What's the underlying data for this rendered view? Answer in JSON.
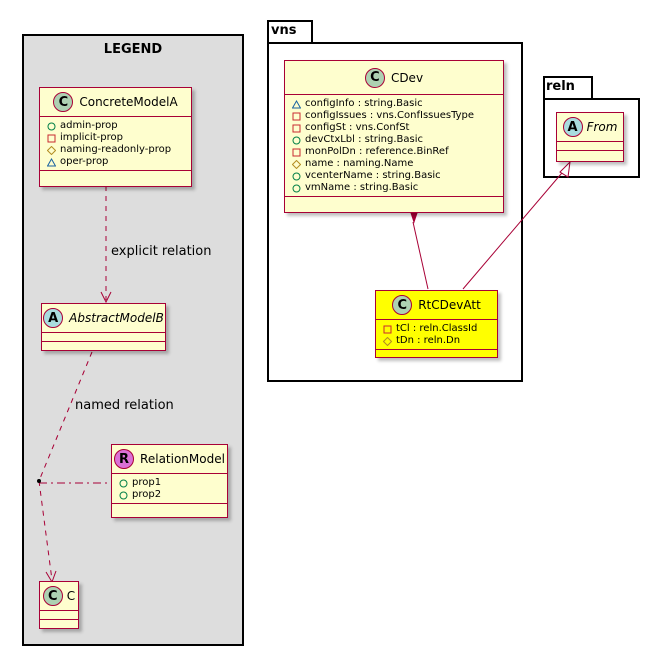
{
  "legend": {
    "title": "LEGEND",
    "classes": {
      "concrete_model_a": {
        "stereotype": "C",
        "name": "ConcreteModelA",
        "attributes": [
          {
            "visibility": "public",
            "text": "admin-prop"
          },
          {
            "visibility": "private",
            "text": "implicit-prop"
          },
          {
            "visibility": "protected",
            "text": "naming-readonly-prop"
          },
          {
            "visibility": "package",
            "text": "oper-prop"
          }
        ]
      },
      "abstract_model_b": {
        "stereotype": "A",
        "name": "AbstractModelB"
      },
      "relation_model": {
        "stereotype": "R",
        "name": "RelationModel",
        "attributes": [
          {
            "visibility": "public",
            "text": "prop1"
          },
          {
            "visibility": "public",
            "text": "prop2"
          }
        ]
      },
      "c": {
        "stereotype": "C",
        "name": "C"
      }
    },
    "edge_labels": {
      "explicit": "explicit relation",
      "named": "named relation"
    }
  },
  "packages": {
    "vns": {
      "name": "vns",
      "classes": {
        "cdev": {
          "stereotype": "C",
          "name": "CDev",
          "attributes": [
            {
              "visibility": "package",
              "text": "configInfo : string.Basic"
            },
            {
              "visibility": "private",
              "text": "configIssues : vns.ConfIssuesType"
            },
            {
              "visibility": "private",
              "text": "configSt : vns.ConfSt"
            },
            {
              "visibility": "public",
              "text": "devCtxLbl : string.Basic"
            },
            {
              "visibility": "private",
              "text": "monPolDn : reference.BinRef"
            },
            {
              "visibility": "protected",
              "text": "name : naming.Name"
            },
            {
              "visibility": "public",
              "text": "vcenterName : string.Basic"
            },
            {
              "visibility": "public",
              "text": "vmName : string.Basic"
            }
          ]
        },
        "rtcdevatt": {
          "stereotype": "C",
          "name": "RtCDevAtt",
          "attributes": [
            {
              "visibility": "private",
              "text": "tCl : reln.ClassId"
            },
            {
              "visibility": "protected",
              "text": "tDn : reln.Dn"
            }
          ]
        }
      }
    },
    "reln": {
      "name": "reln",
      "classes": {
        "from": {
          "stereotype": "A",
          "name": "From"
        }
      }
    }
  },
  "colors": {
    "class_fill": "#fefece",
    "class_border": "#a80036",
    "highlight_fill": "#ffff00",
    "legend_fill": "#dddddd",
    "stereo_class": "#add1b2",
    "stereo_abstract": "#a9dcdf",
    "stereo_relation": "#da70d6",
    "visibility_public": "#038048",
    "visibility_private": "#c82930",
    "visibility_protected": "#b38d22",
    "visibility_package": "#1963a0"
  }
}
